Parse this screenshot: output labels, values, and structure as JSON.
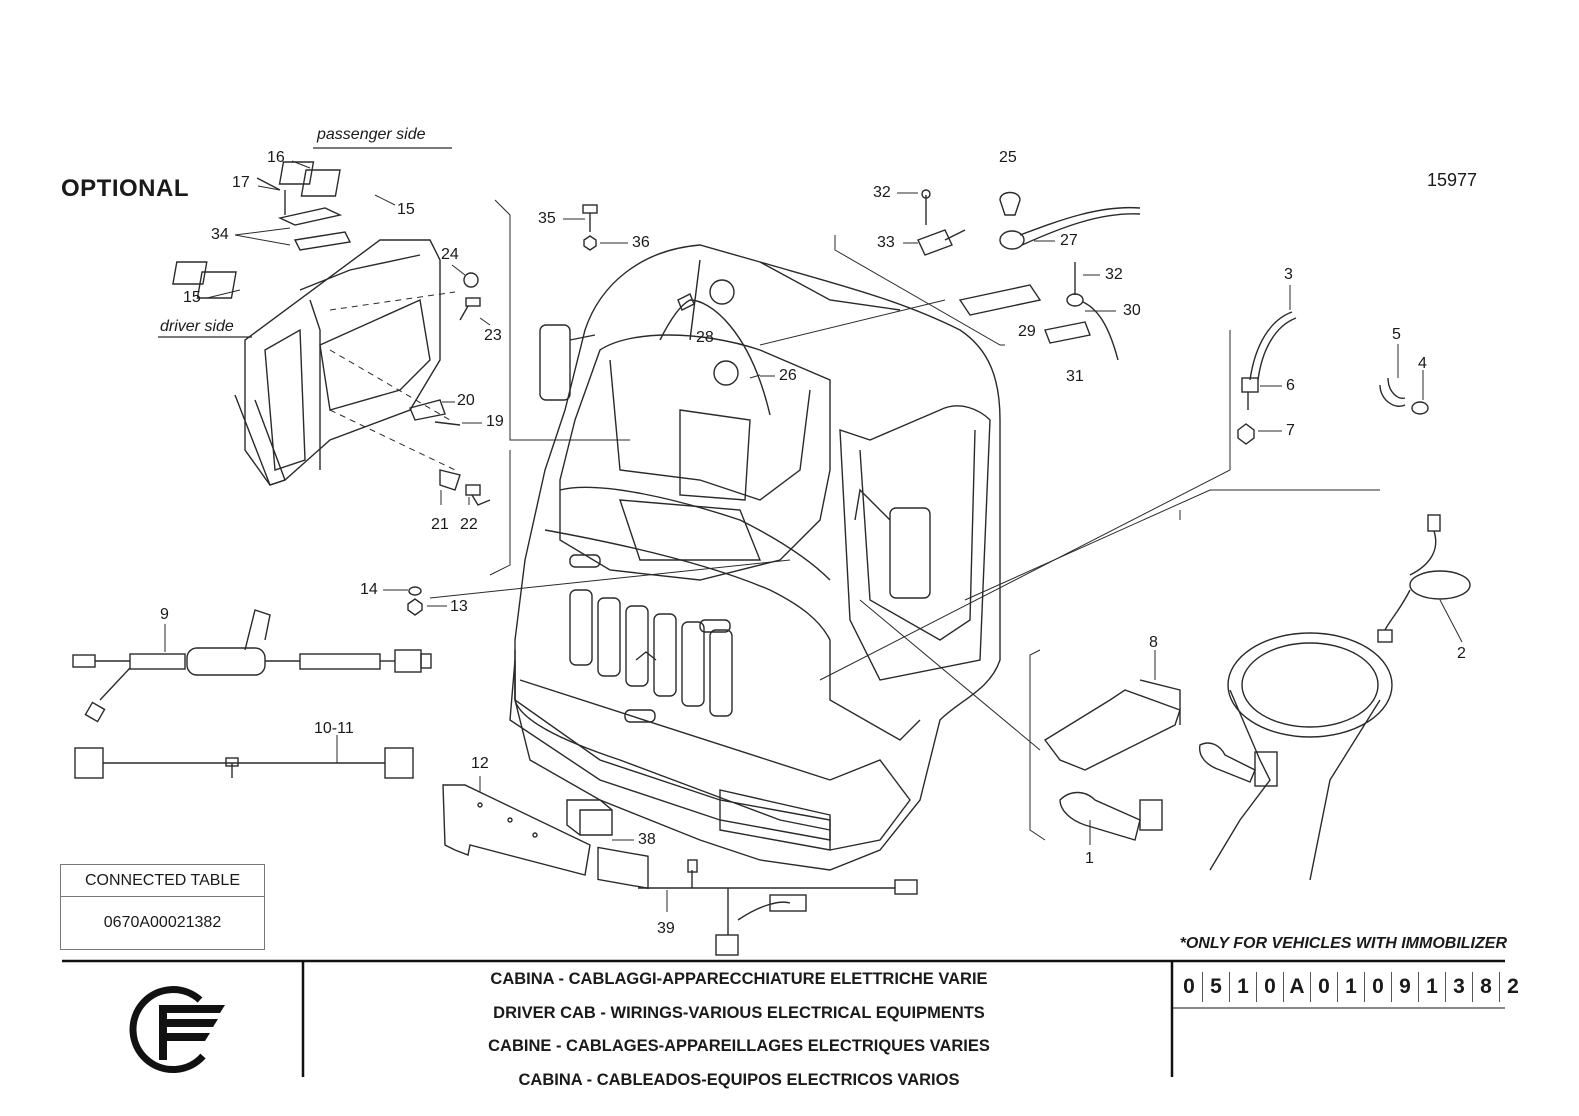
{
  "header": {
    "optional_label": "OPTIONAL",
    "drawing_number": "15977",
    "passenger_side": "passenger side",
    "driver_side": "driver side"
  },
  "callouts": [
    {
      "id": "c1",
      "text": "1"
    },
    {
      "id": "c2",
      "text": "2"
    },
    {
      "id": "c3",
      "text": "3"
    },
    {
      "id": "c4",
      "text": "4"
    },
    {
      "id": "c5",
      "text": "5"
    },
    {
      "id": "c6",
      "text": "6"
    },
    {
      "id": "c7",
      "text": "7"
    },
    {
      "id": "c8",
      "text": "8"
    },
    {
      "id": "c9",
      "text": "9"
    },
    {
      "id": "c10_11",
      "text": "10-11"
    },
    {
      "id": "c12",
      "text": "12"
    },
    {
      "id": "c13",
      "text": "13"
    },
    {
      "id": "c14",
      "text": "14"
    },
    {
      "id": "c15a",
      "text": "15"
    },
    {
      "id": "c15b",
      "text": "15"
    },
    {
      "id": "c16",
      "text": "16"
    },
    {
      "id": "c17",
      "text": "17"
    },
    {
      "id": "c19",
      "text": "19"
    },
    {
      "id": "c20",
      "text": "20"
    },
    {
      "id": "c21",
      "text": "21"
    },
    {
      "id": "c22",
      "text": "22"
    },
    {
      "id": "c23",
      "text": "23"
    },
    {
      "id": "c24",
      "text": "24"
    },
    {
      "id": "c25",
      "text": "25"
    },
    {
      "id": "c26",
      "text": "26"
    },
    {
      "id": "c27",
      "text": "27"
    },
    {
      "id": "c28",
      "text": "28"
    },
    {
      "id": "c29",
      "text": "29"
    },
    {
      "id": "c30",
      "text": "30"
    },
    {
      "id": "c31",
      "text": "31"
    },
    {
      "id": "c32a",
      "text": "32"
    },
    {
      "id": "c32b",
      "text": "32"
    },
    {
      "id": "c33",
      "text": "33"
    },
    {
      "id": "c34",
      "text": "34"
    },
    {
      "id": "c35",
      "text": "35"
    },
    {
      "id": "c36",
      "text": "36"
    },
    {
      "id": "c38",
      "text": "38"
    },
    {
      "id": "c39",
      "text": "39"
    }
  ],
  "connected_table": {
    "header": "CONNECTED TABLE",
    "value": "0670A00021382"
  },
  "footnote": "*ONLY FOR VEHICLES WITH IMMOBILIZER",
  "title_block": {
    "it": "CABINA - CABLAGGI-APPARECCHIATURE ELETTRICHE VARIE",
    "en": "DRIVER CAB - WIRINGS-VARIOUS ELECTRICAL EQUIPMENTS",
    "fr": "CABINE - CABLAGES-APPAREILLAGES ELECTRIQUES VARIES",
    "es": "CABINA - CABLEADOS-EQUIPOS ELECTRICOS VARIOS",
    "code_chars": [
      "0",
      "5",
      "1",
      "0",
      "A",
      "0",
      "1",
      "0",
      "9",
      "1",
      "3",
      "8",
      "2"
    ]
  }
}
